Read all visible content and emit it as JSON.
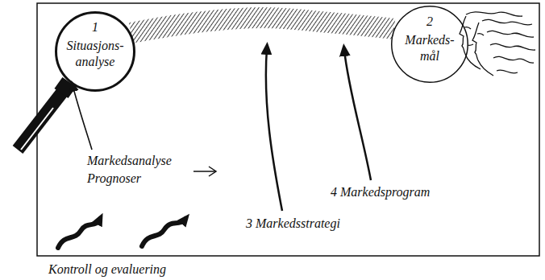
{
  "diagram": {
    "nodes": [
      {
        "text": [
          "1",
          "Situasjons- analyse"
        ]
      },
      {
        "text": [
          "2",
          "Markeds- mål"
        ]
      }
    ],
    "edges": [
      {
        "from": 0,
        "to": 1,
        "arrow": "none"
      }
    ],
    "labels": [
      "Markedsanalyse",
      "Prognoser",
      "3 Markedsstrategi",
      "4 Markedsprogram",
      "Kontroll og evaluering"
    ]
  }
}
